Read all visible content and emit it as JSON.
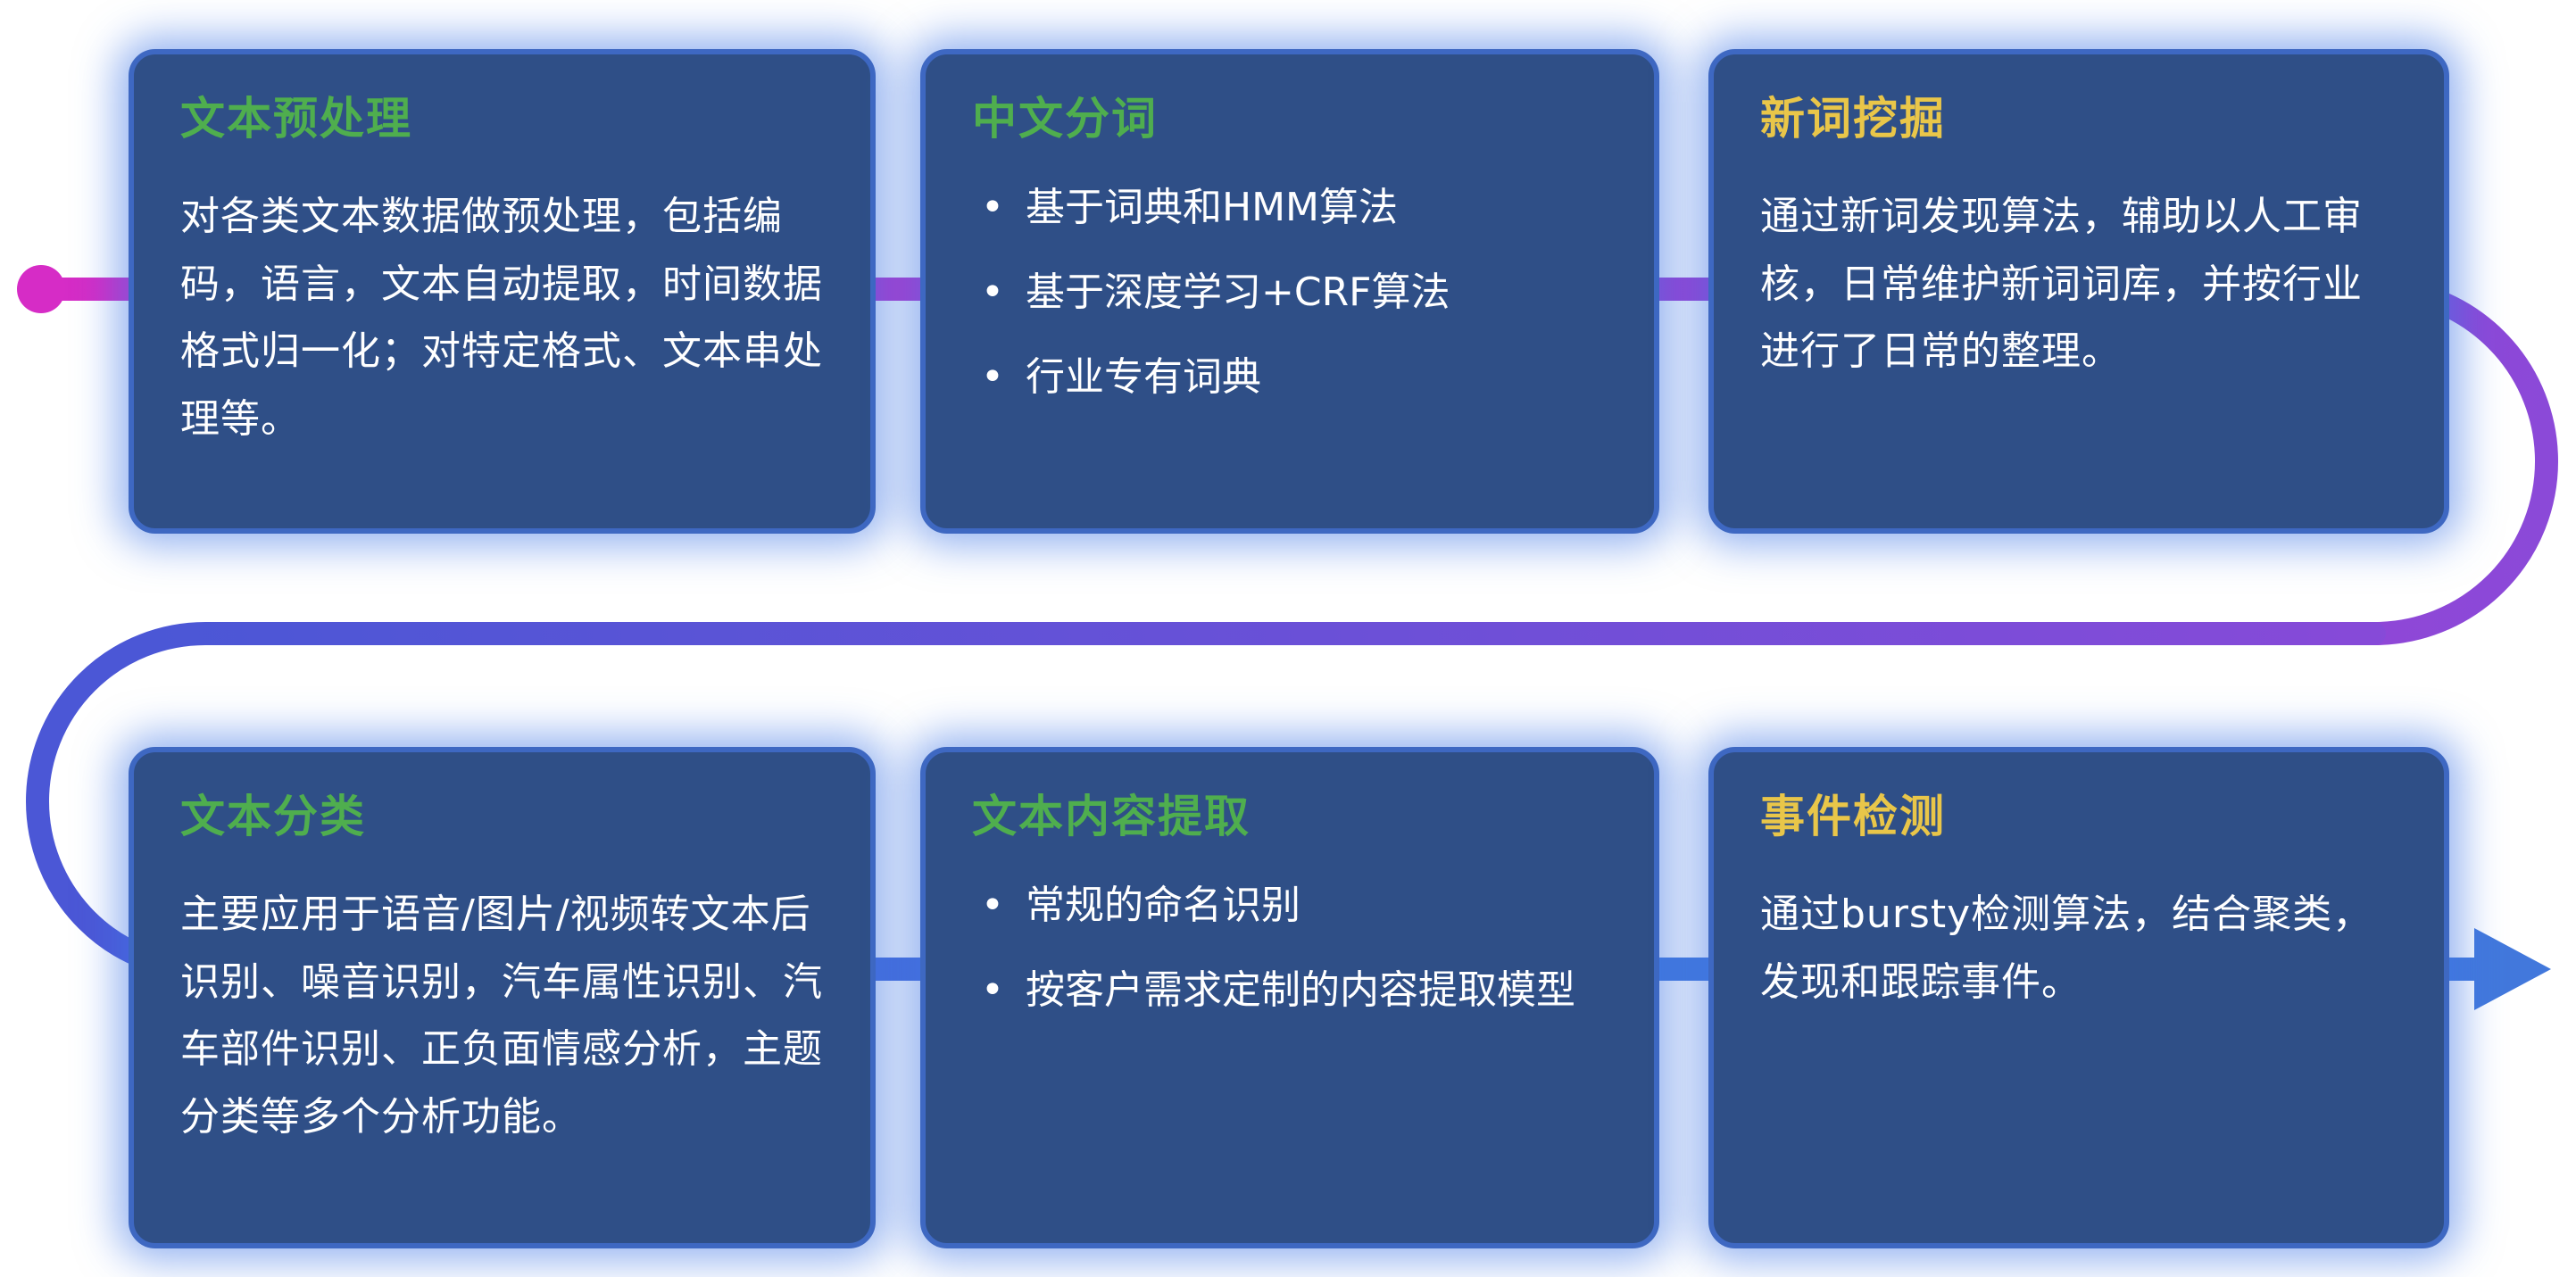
{
  "colors": {
    "card_bg": "#2f4f87",
    "card_border": "#3e68c2",
    "glow_blue": "#4076e6",
    "title_green": "#4fae4e",
    "title_yellow": "#e9c649",
    "body_text": "#ffffff",
    "line_start_magenta": "#d62cc6",
    "line_mid_purple": "#8b49d8",
    "line_end_blue": "#4278dc"
  },
  "icons": {
    "start_dot": "filled magenta circle",
    "end_arrow": "solid blue right-pointing triangle"
  },
  "cards": [
    {
      "title": "文本预处理",
      "body": "对各类文本数据做预处理，包括编码，语言，文本自动提取，时间数据格式归一化；对特定格式、文本串处理等。",
      "bullets": []
    },
    {
      "title": "中文分词",
      "body": "",
      "bullets": [
        "基于词典和HMM算法",
        "基于深度学习+CRF算法",
        "行业专有词典"
      ]
    },
    {
      "title": "新词挖掘",
      "body": "通过新词发现算法，辅助以人工审核，日常维护新词词库，并按行业进行了日常的整理。",
      "bullets": []
    },
    {
      "title": "文本分类",
      "body": "主要应用于语音/图片/视频转文本后识别、噪音识别，汽车属性识别、汽车部件识别、正负面情感分析，主题分类等多个分析功能。",
      "bullets": []
    },
    {
      "title": "文本内容提取",
      "body": "",
      "bullets": [
        "常规的命名识别",
        "按客户需求定制的内容提取模型"
      ]
    },
    {
      "title": "事件检测",
      "body": "通过bursty检测算法，结合聚类，发现和跟踪事件。",
      "bullets": []
    }
  ]
}
